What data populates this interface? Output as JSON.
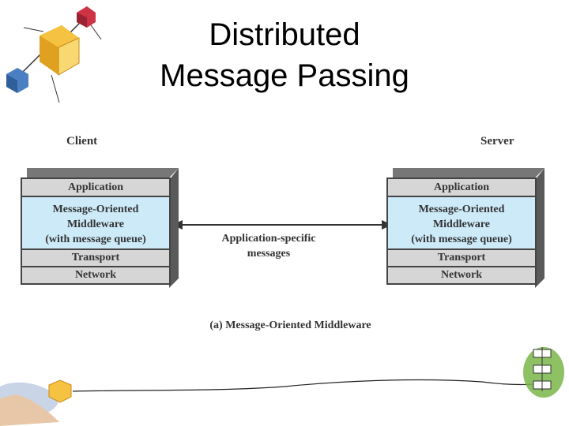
{
  "title": {
    "line1": "Distributed",
    "line2": "Message Passing"
  },
  "client": {
    "label": "Client",
    "layers": {
      "application": "Application",
      "mom": [
        "Message-Oriented",
        "Middleware",
        "(with message queue)"
      ],
      "transport": "Transport",
      "network": "Network"
    }
  },
  "server": {
    "label": "Server",
    "layers": {
      "application": "Application",
      "mom": [
        "Message-Oriented",
        "Middleware",
        "(with message queue)"
      ],
      "transport": "Transport",
      "network": "Network"
    }
  },
  "connection": {
    "label": [
      "Application-specific",
      "messages"
    ]
  },
  "caption": "(a) Message-Oriented Middleware",
  "colors": {
    "layer_gray": "#d6d6d6",
    "middleware_blue": "#cdeaf8",
    "cube_red": "#cc3344",
    "cube_yellow": "#f5c242",
    "cube_blue": "#4a7fc1",
    "figure_green": "#7ab648"
  }
}
